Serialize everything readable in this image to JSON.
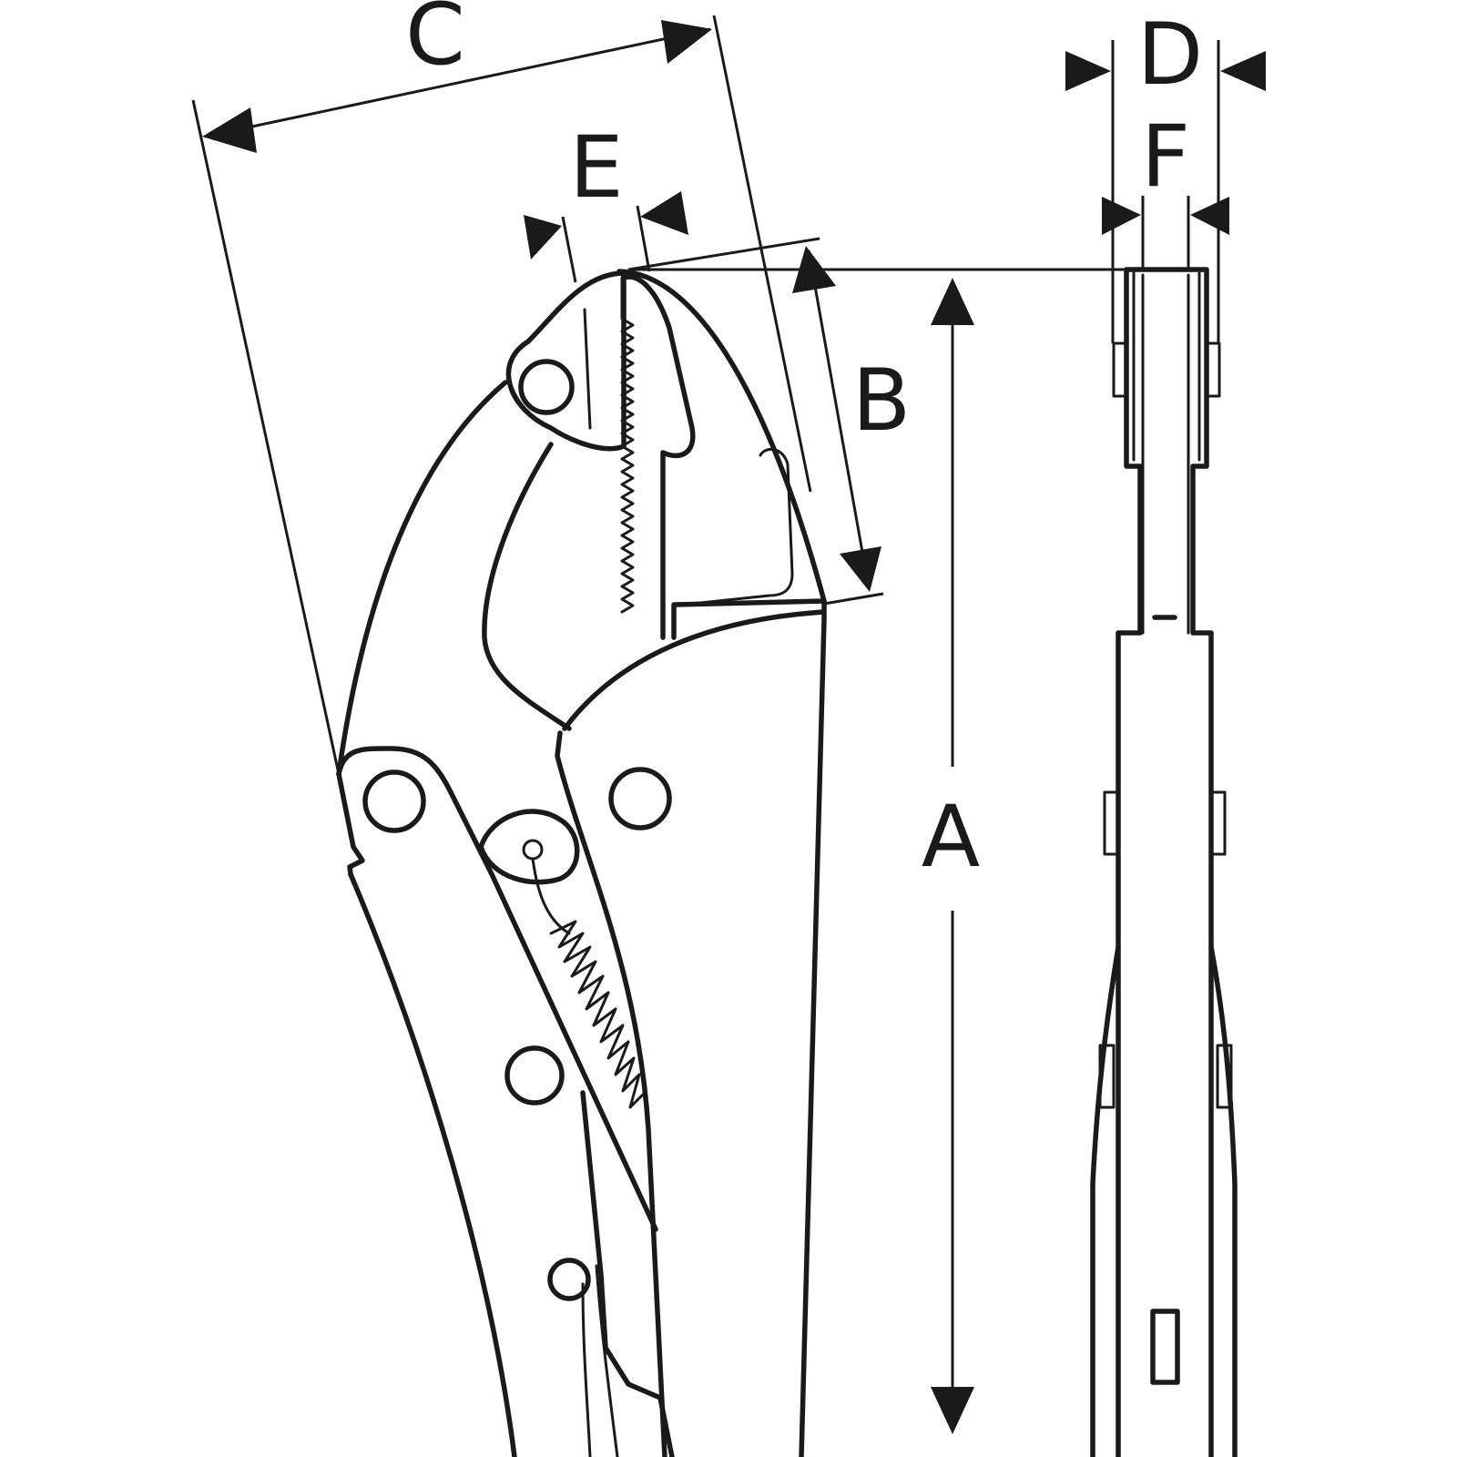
{
  "dimension_labels": {
    "A": "A",
    "B": "B",
    "C": "C",
    "D": "D",
    "E": "E",
    "F": "F"
  },
  "colors": {
    "line": "#1a1a1a",
    "background": "#ffffff"
  }
}
